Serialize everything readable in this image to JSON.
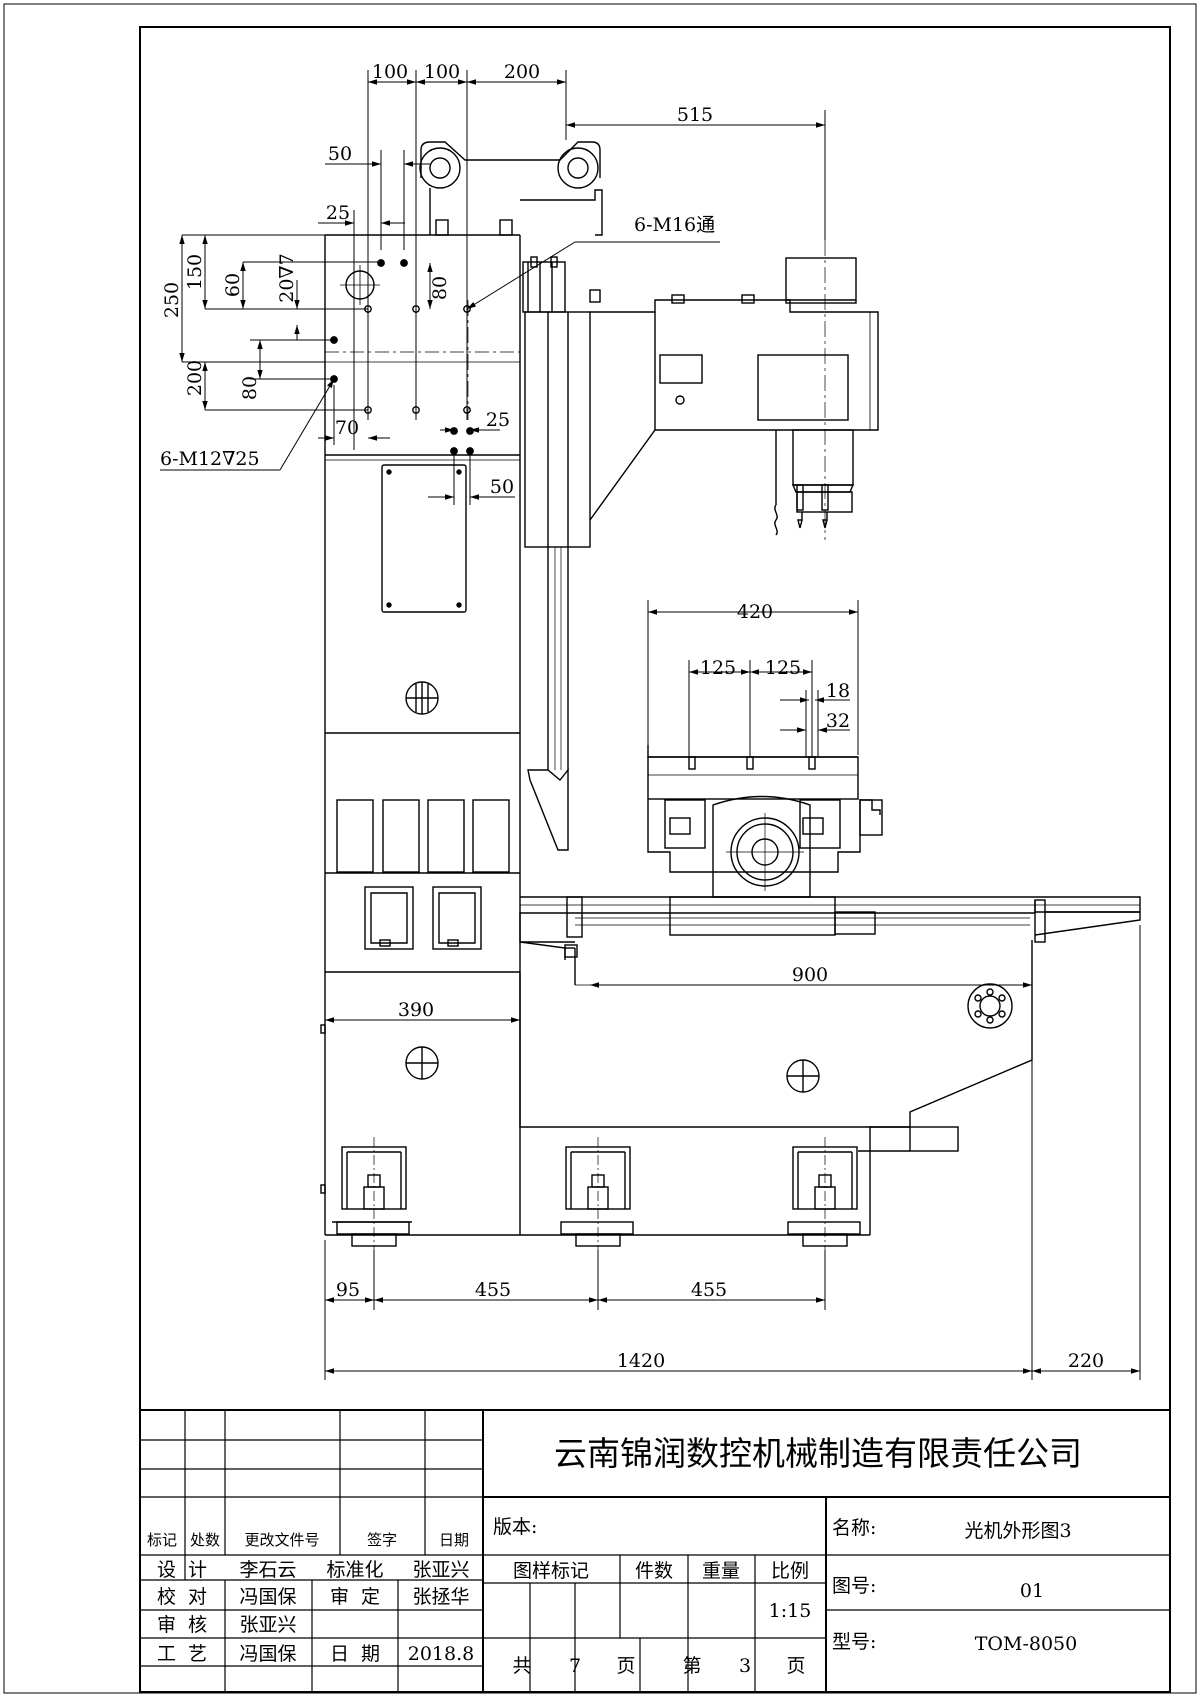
{
  "drawing": {
    "dimensions": {
      "top_100_a": "100",
      "top_100_b": "100",
      "top_200": "200",
      "d515": "515",
      "d50_top": "50",
      "d25_top": "25",
      "d250": "250",
      "d150": "150",
      "d60": "60",
      "d20v7": "20∇7",
      "d80_v": "80",
      "d200": "200",
      "d80_left": "80",
      "d70": "70",
      "d25_mid": "25",
      "d50_mid": "50",
      "d420": "420",
      "d125_a": "125",
      "d125_b": "125",
      "d18": "18",
      "d32": "32",
      "d900": "900",
      "d390": "390",
      "d95": "95",
      "d455_a": "455",
      "d455_b": "455",
      "d1420": "1420",
      "d220": "220"
    },
    "callouts": {
      "m16": "6-M16通",
      "m12": "6-M12∇25"
    }
  },
  "title_block": {
    "company": "云南锦润数控机械制造有限责任公司",
    "header": {
      "mark": "标记",
      "zones": "处数",
      "doc_no": "更改文件号",
      "sign": "签字",
      "date": "日期"
    },
    "people": {
      "design_label": "设  计",
      "design_name": "李石云",
      "std_label": "标准化",
      "std_name": "张亚兴",
      "check_label": "校  对",
      "check_name": "冯国保",
      "approve_label": "审  定",
      "approve_name": "张拯华",
      "review_label": "审  核",
      "review_name": "张亚兴",
      "process_label": "工  艺",
      "process_name": "冯国保",
      "date_label": "日  期",
      "date_value": "2018.8"
    },
    "version_label": "版本:",
    "sample_mark": "图样标记",
    "qty_label": "件数",
    "weight_label": "重量",
    "scale_label": "比例",
    "scale_value": "1:15",
    "total_label": "共",
    "total_value": "7",
    "page_unit": "页",
    "sheet_label": "第",
    "sheet_value": "3",
    "sheet_unit": "页",
    "name_label": "名称:",
    "name_value": "光机外形图3",
    "drawing_no_label": "图号:",
    "drawing_no_value": "01",
    "model_label": "型号:",
    "model_value": "TOM-8050"
  }
}
